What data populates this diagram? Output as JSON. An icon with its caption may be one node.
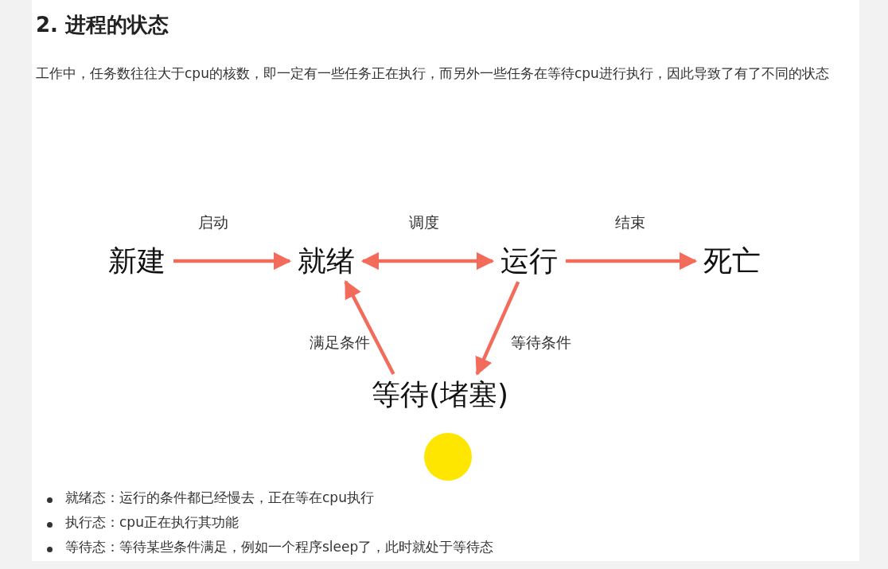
{
  "diagram": {
    "title": "2. 进程的状态",
    "nodes": [
      {
        "text": [
          "新建"
        ]
      },
      {
        "text": [
          "就绪"
        ]
      },
      {
        "text": [
          "运行"
        ]
      },
      {
        "text": [
          "死亡"
        ]
      },
      {
        "text": [
          "等待(堵塞)"
        ]
      }
    ],
    "edges": [
      {
        "from": 0,
        "to": 1,
        "arrow": "to",
        "label": "启动"
      },
      {
        "from": 1,
        "to": 2,
        "arrow": "both",
        "label": "调度"
      },
      {
        "from": 2,
        "to": 3,
        "arrow": "to",
        "label": "结束"
      },
      {
        "from": 2,
        "to": 4,
        "arrow": "to",
        "label": "等待条件"
      },
      {
        "from": 4,
        "to": 1,
        "arrow": "to",
        "label": "满足条件"
      }
    ],
    "labels": [
      "工作中，任务数往往大于cpu的核数，即一定有一些任务正在执行，而另外一些任务在等待cpu进行执行，因此导致了有了不同的状态",
      "就绪态：运行的条件都已经慢去，正在等在cpu执行",
      "执行态：cpu正在执行其功能",
      "等待态：等待某些条件满足，例如一个程序sleep了，此时就处于等待态"
    ]
  }
}
